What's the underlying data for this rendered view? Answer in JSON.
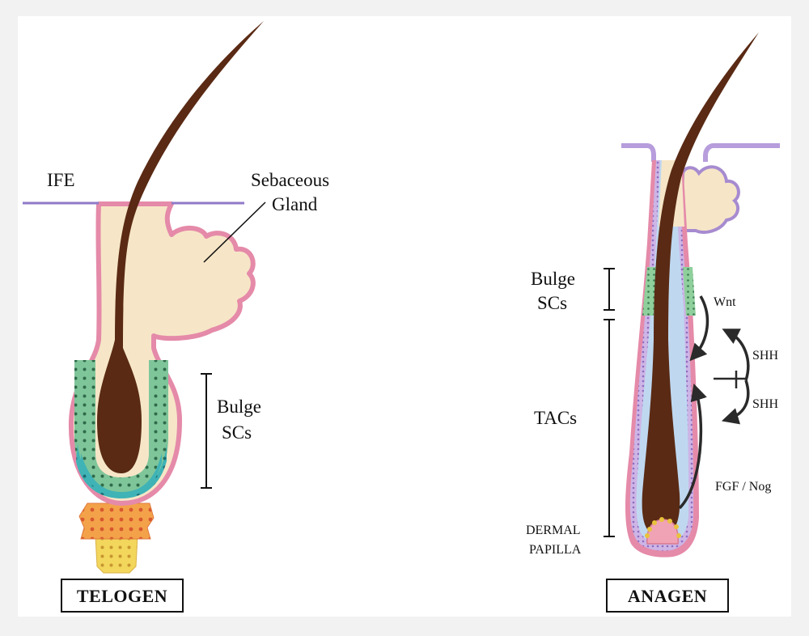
{
  "telogen": {
    "ife_label": "IFE",
    "sebaceous_line1": "Sebaceous",
    "sebaceous_line2": "Gland",
    "bulge_line1": "Bulge",
    "bulge_line2": "SCs",
    "stage_label": "TELOGEN"
  },
  "anagen": {
    "bulge_line1": "Bulge",
    "bulge_line2": "SCs",
    "tacs_label": "TACs",
    "papilla_line1": "DERMAL",
    "papilla_line2": "PAPILLA",
    "wnt_label": "Wnt",
    "shh_upper_label": "SHH",
    "shh_lower_label": "SHH",
    "fgf_label": "FGF / Nog",
    "stage_label": "ANAGEN"
  },
  "colors": {
    "background": "#f2f2f2",
    "panel": "#ffffff",
    "skin_line": "#8f7ac9",
    "outer_sheath": "#e58aa9",
    "follicle_fill": "#f6e6c7",
    "hair_shaft": "#5a2a14",
    "bulge_green": "#7fc59a",
    "bulge_teal": "#46b7b8",
    "papilla_orange": "#f3a24a",
    "papilla_yellow": "#f3d65c",
    "inner_sheath": "#bfd8f0"
  }
}
